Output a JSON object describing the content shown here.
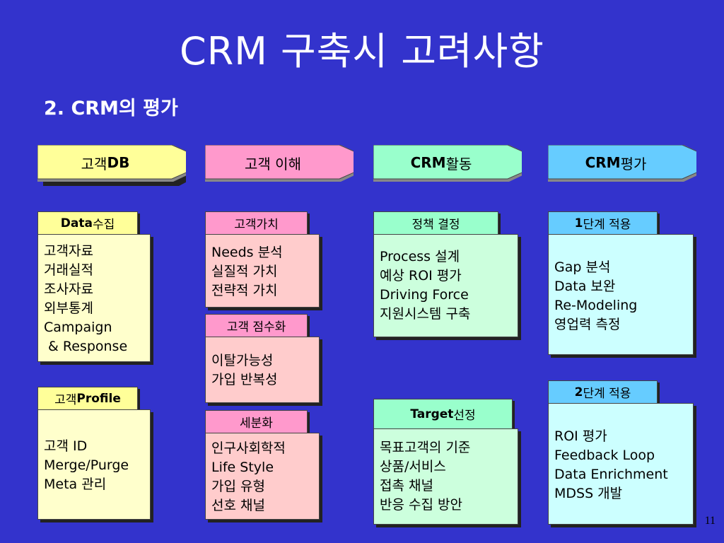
{
  "title": "CRM 구축시 고려사항",
  "subtitle": {
    "prefix": "2. CRM",
    "suffix": "의 평가"
  },
  "page_number": "11",
  "colors": {
    "background": "#3333cc",
    "yellow": "#ffff99",
    "pink": "#ff99cc",
    "green": "#99ffcc",
    "cyan": "#66ccff"
  },
  "stages": [
    {
      "prefix": "고객 ",
      "bold": "DB"
    },
    {
      "prefix": "고객 이해",
      "bold": ""
    },
    {
      "prefix": "",
      "bold": "CRM",
      "suffix": " 활동"
    },
    {
      "prefix": "",
      "bold": "CRM",
      "suffix": " 평가"
    }
  ],
  "col1": {
    "tab1": {
      "bold": "Data",
      "rest": " 수집"
    },
    "box1": [
      "고객자료",
      "거래실적",
      "조사자료",
      "외부통계",
      "Campaign",
      " & Response"
    ],
    "tab2": {
      "rest": "고객 ",
      "bold": "Profile"
    },
    "box2": [
      "고객 ID",
      "Merge/Purge",
      "Meta 관리"
    ]
  },
  "col2": {
    "tab1": "고객가치",
    "box1": [
      "Needs 분석",
      "실질적 가치",
      "전략적 가치"
    ],
    "tab2": "고객 점수화",
    "box2": [
      "이탈가능성",
      "가입 반복성"
    ],
    "tab3": "세분화",
    "box3": [
      "인구사회학적",
      "Life Style",
      "가입 유형",
      "선호 채널"
    ]
  },
  "col3": {
    "tab1": "정책 결정",
    "box1": [
      "Process 설계",
      "예상 ROI 평가",
      "Driving Force",
      "지원시스템 구축"
    ],
    "tab2": {
      "bold": "Target",
      "rest": " 선정"
    },
    "box2": [
      "목표고객의 기준",
      "상품/서비스",
      "접촉 채널",
      "반응 수집 방안"
    ]
  },
  "col4": {
    "tab1": {
      "bold": "1",
      "rest": "단계 적용"
    },
    "box1": [
      "Gap 분석",
      "Data 보완",
      "Re-Modeling",
      "영업력 측정"
    ],
    "tab2": {
      "bold": "2",
      "rest": "단계 적용"
    },
    "box2": [
      "ROI 평가",
      "Feedback Loop",
      "Data Enrichment",
      "MDSS 개발"
    ]
  }
}
